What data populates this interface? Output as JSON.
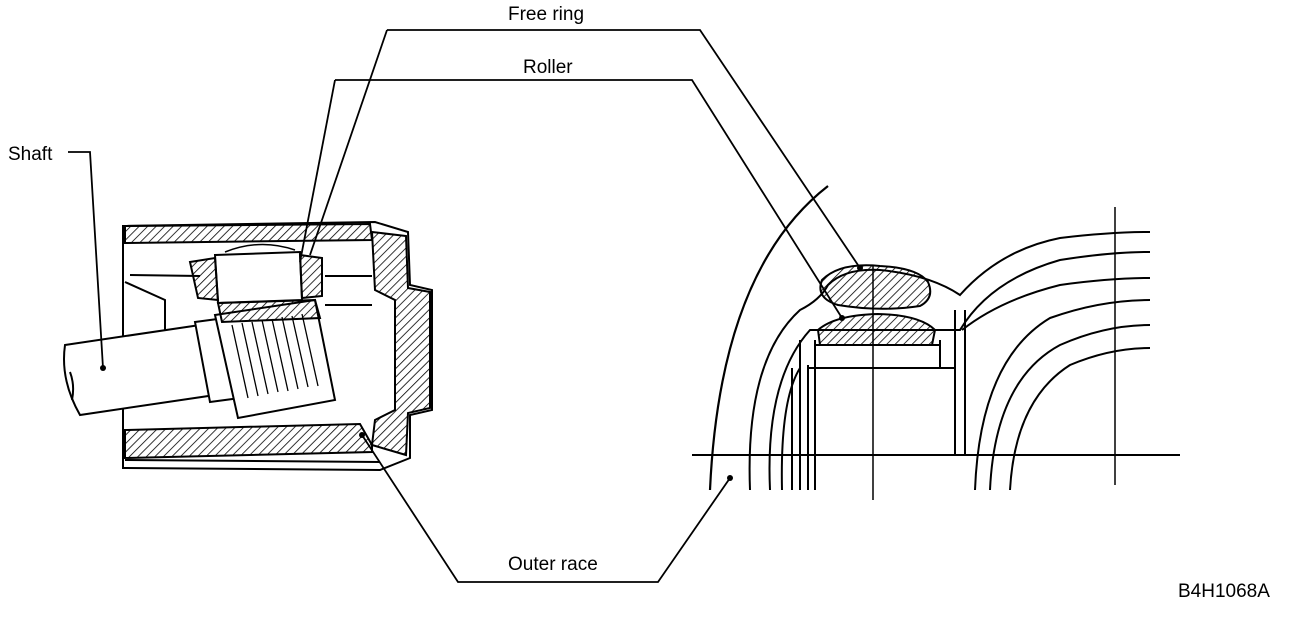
{
  "labels": {
    "free_ring": "Free ring",
    "roller": "Roller",
    "shaft": "Shaft",
    "outer_race": "Outer race",
    "figure_id": "B4H1068A"
  },
  "colors": {
    "ink": "#000000",
    "paper": "#ffffff"
  }
}
